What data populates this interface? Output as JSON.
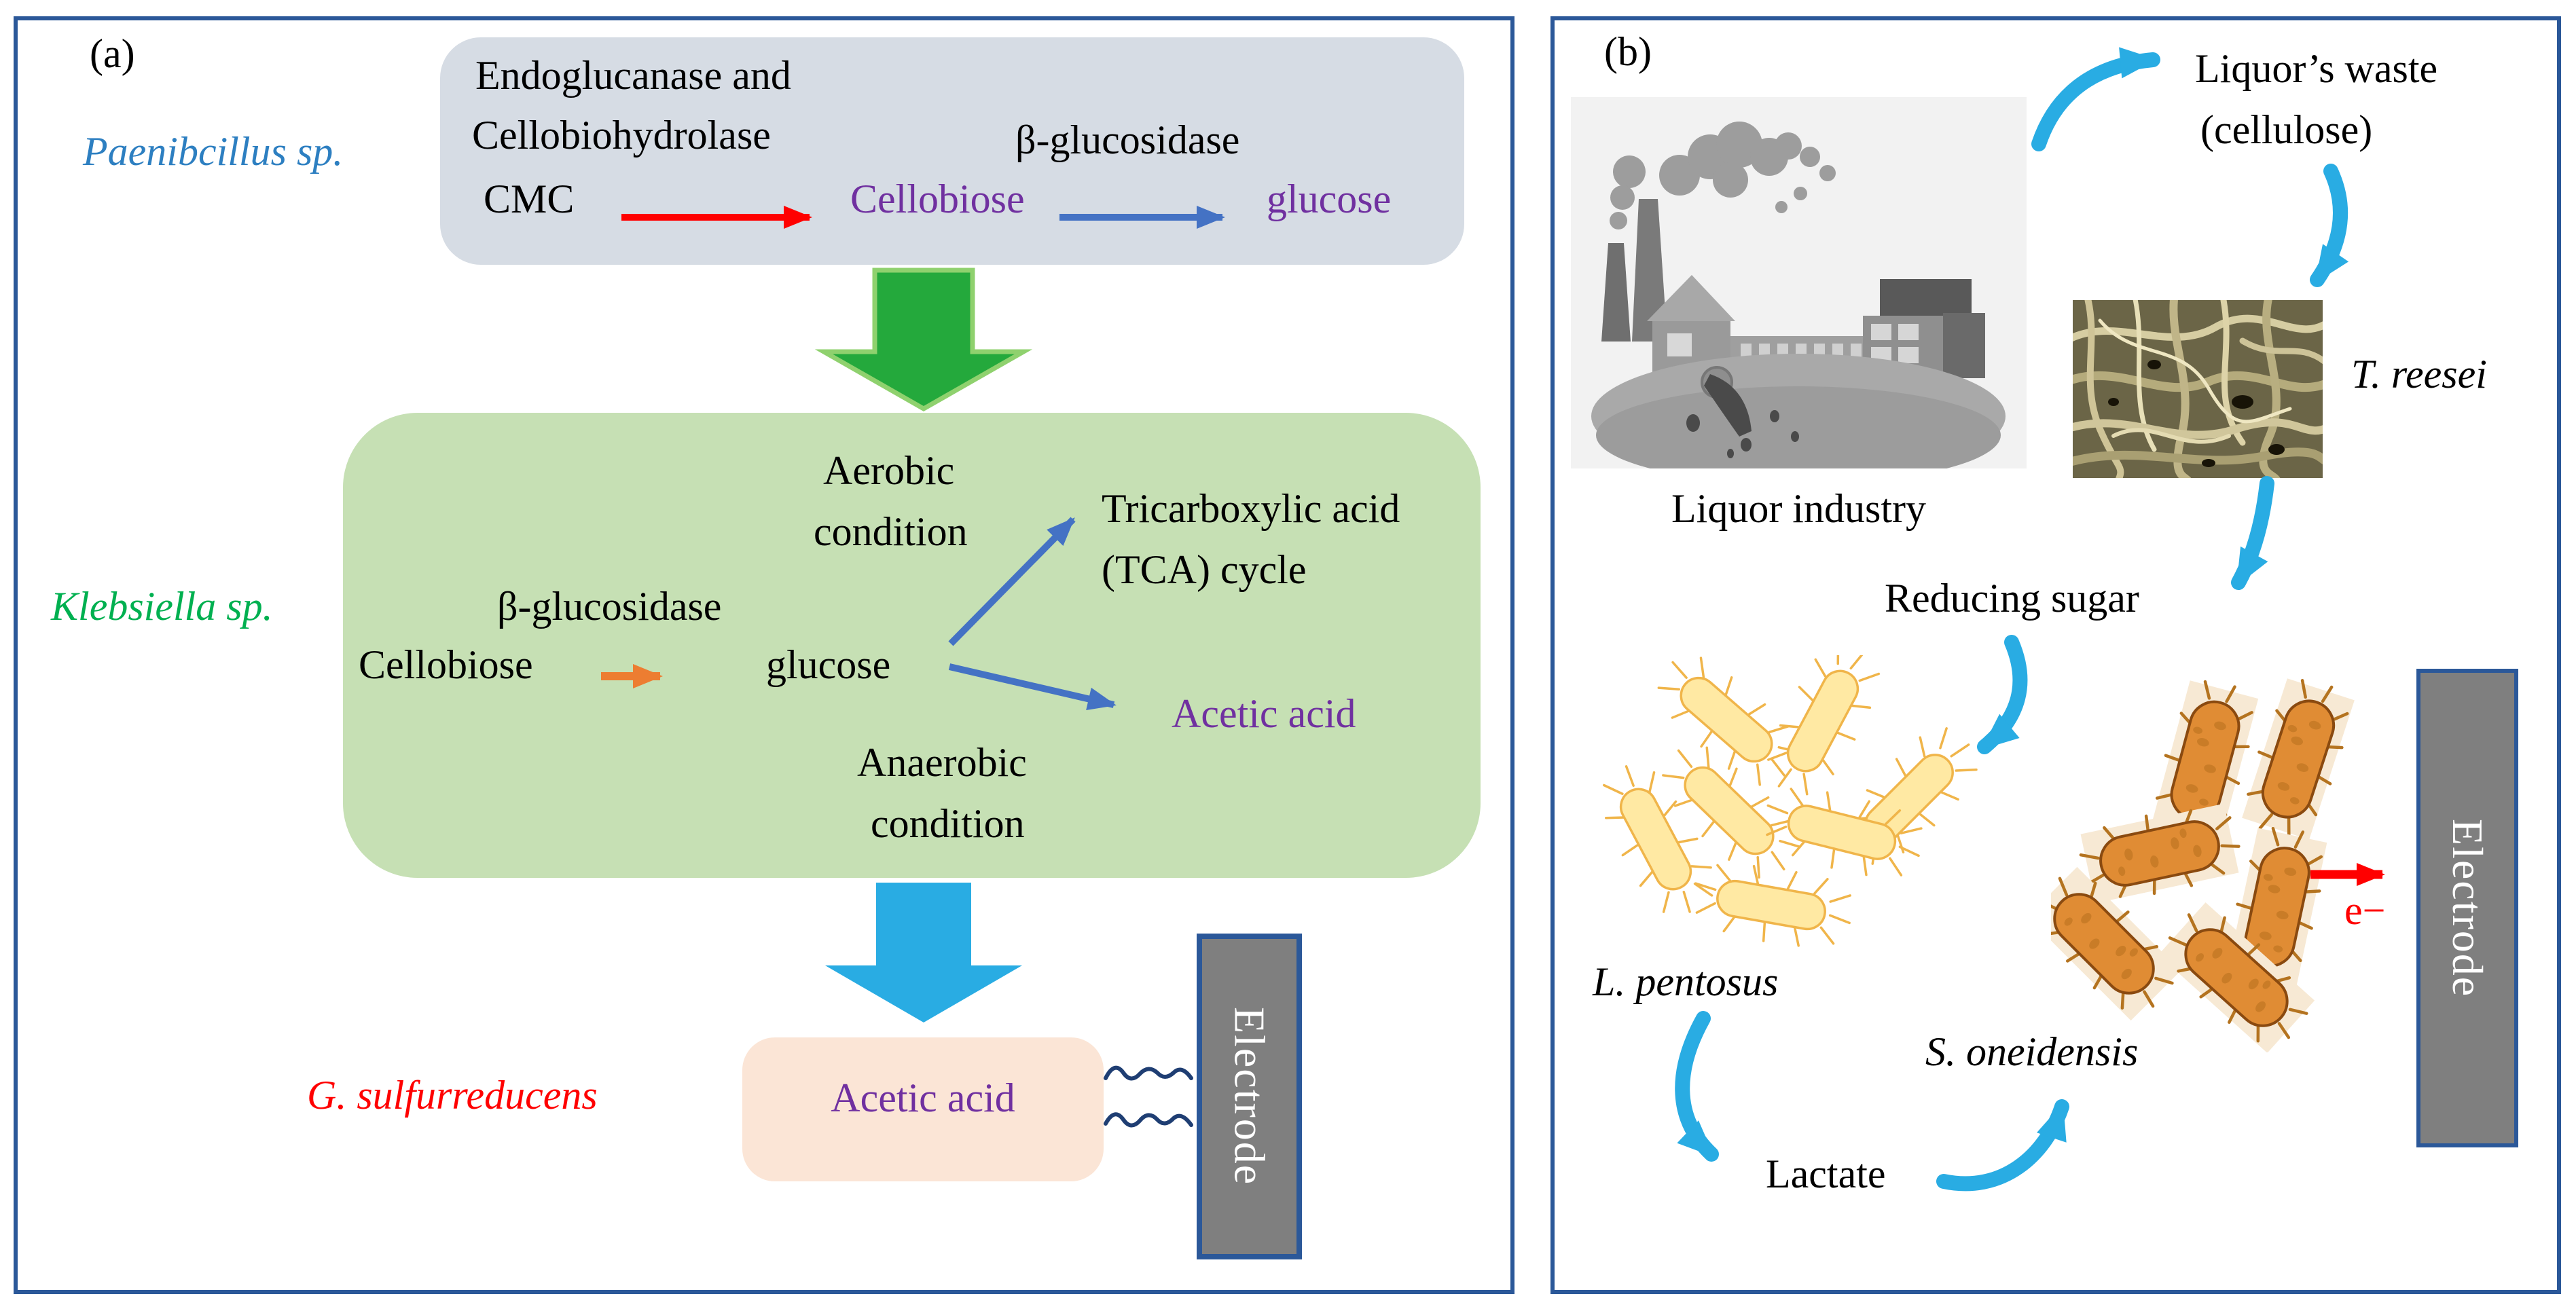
{
  "panel_a": {
    "label": "(a)",
    "species_paenibcillus": "Paenibcillus sp.",
    "species_klebsiella": "Klebsiella sp.",
    "species_sulfurreducens": "G. sulfurreducens",
    "enzyme_box": {
      "enzyme_line1": "Endoglucanase and",
      "enzyme_line2": "Cellobiohydrolase",
      "enzyme_beta": "β-glucosidase",
      "substrate": "CMC",
      "intermediate": "Cellobiose",
      "product": "glucose"
    },
    "green_box": {
      "aerobic_line1": "Aerobic",
      "aerobic_line2": "condition",
      "tca_line1": "Tricarboxylic acid",
      "tca_line2": "(TCA) cycle",
      "enzyme_beta": "β-glucosidase",
      "substrate": "Cellobiose",
      "product": "glucose",
      "acetic_acid": "Acetic acid",
      "anaerobic_line1": "Anaerobic",
      "anaerobic_line2": "condition"
    },
    "acetic_box_label": "Acetic acid",
    "electrode_label": "Electrode"
  },
  "panel_b": {
    "label": "(b)",
    "factory_caption": "Liquor industry",
    "waste_line1": "Liquor’s waste",
    "waste_line2": "(cellulose)",
    "fungus": "T. reesei",
    "reducing_sugar": "Reducing sugar",
    "bacteria_yellow": "L. pentosus",
    "bacteria_orange": "S. oneidensis",
    "lactate": "Lactate",
    "electron": "e−",
    "electrode_label": "Electrode"
  },
  "colors": {
    "panel_border": "#2b5899",
    "enzyme_box_fill": "#d6dce4",
    "green_box_fill": "#c6e0b4",
    "acetic_box_fill": "#fbe5d6",
    "purple_text": "#7030a0",
    "species_blue": "#2d7fc1",
    "species_green": "#00b050",
    "species_red": "#ff0000",
    "cyan_arrow": "#29ace3",
    "green_arrow": "#24a93c",
    "orange_arrow": "#ed7d31",
    "blue_arrow": "#4472c4",
    "red_arrow": "#ff0000",
    "electrode_gray": "#7f7f7f",
    "squiggle_navy": "#1f3e73",
    "yellow_bacteria": "#ffe9a3",
    "orange_bacteria": "#e08c34"
  }
}
